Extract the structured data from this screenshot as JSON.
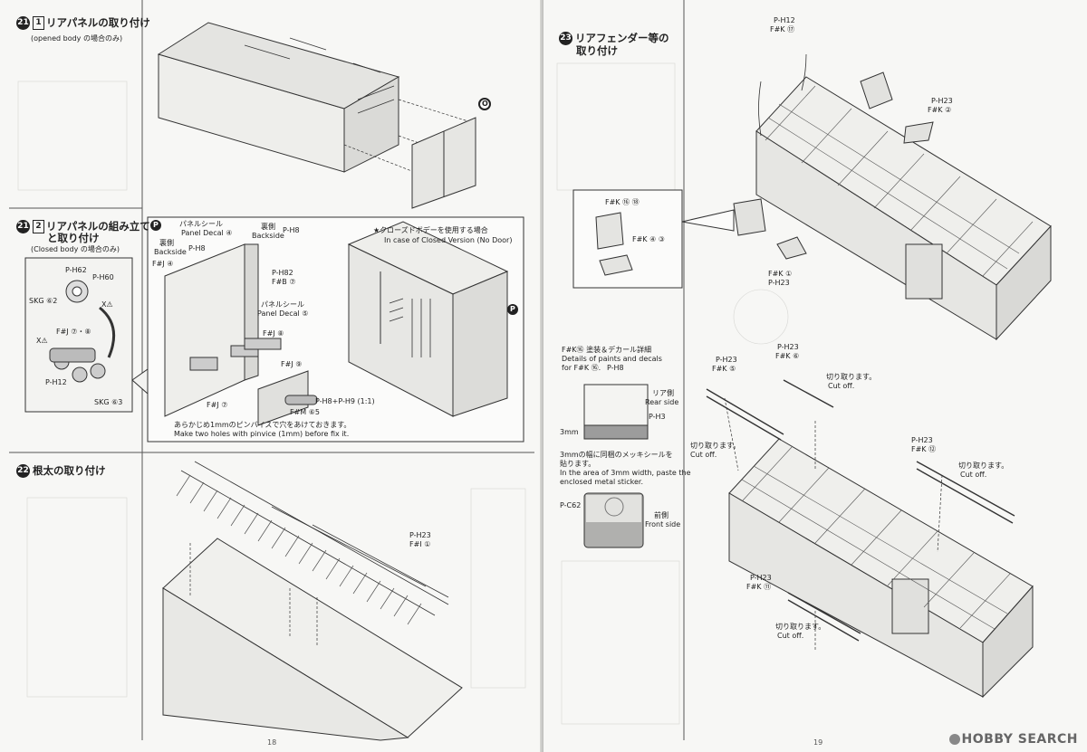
{
  "left_page": {
    "page_number": "18",
    "step21a": {
      "num": "21",
      "box": "1",
      "title": "リアパネルの取り付け",
      "note": "(opened body の場合のみ)",
      "marker": "O"
    },
    "step21b": {
      "num": "21",
      "box": "2",
      "title_line1": "リアパネルの組み立て",
      "title_line2": "と取り付け",
      "note": "(Closed body の場合のみ)",
      "inset_labels": {
        "p_a": "P-H62",
        "p_b": "P-H60",
        "skg_top": "SKG ⑥2",
        "x_mark_1": "X⚠",
        "fj": "F#J ⑦・⑧",
        "x_mark_2": "X⚠",
        "p_c": "P-H12",
        "skg_bottom": "SKG ⑥3"
      },
      "panel": {
        "marker": "P",
        "panel_decal_top": "パネルシール",
        "panel_decal_top_en": "Panel Decal ④",
        "backside_top": "裏側",
        "backside_top_en": "Backside",
        "p_h8_a": "P-H8",
        "backside_left": "裏側",
        "backside_left_en": "Backside",
        "p_h8_b": "P-H8",
        "fj4": "F#J ④",
        "p_h82": "P-H82",
        "fb7": "F#B ⑦",
        "panel_decal_mid": "パネルシール",
        "panel_decal_mid_en": "Panel Decal ⑤",
        "fj8": "F#J ⑧",
        "fj9": "F#J ⑨",
        "fj7": "F#J ⑦",
        "pin": "P-H8+P-H9 (1:1)",
        "fm": "F#M ⑥5",
        "closed_title": "★クローズドボデーを使用する場合",
        "closed_title_en": "In case of Closed Version (No Door)",
        "marker_right": "P",
        "note_jp": "あらかじめ1mmのピンバイスで穴をあけておきます。",
        "note_en": "Make two holes with pinvice (1mm) before fix it."
      }
    },
    "step22": {
      "num": "22",
      "title": "根太の取り付け",
      "part_a": "P-H23",
      "part_b": "F#I ①"
    }
  },
  "right_page": {
    "page_number": "19",
    "step23": {
      "num": "23",
      "title_line1": "リアフェンダー等の",
      "title_line2": "取り付け"
    },
    "top_labels": {
      "p_h12": "P-H12",
      "fk17": "F#K ⑰",
      "p_h23_a": "P-H23",
      "fk2": "F#K ②",
      "fk16_18": "F#K ⑯ ⑱",
      "fk4_3": "F#K ④ ③",
      "fk1": "F#K ①",
      "p_h23_b": "P-H23"
    },
    "detail": {
      "title_jp": "F#K⑯ 塗装＆デカール詳細",
      "title_en1": "Details of paints and decals",
      "title_en2": "for F#K ⑯.",
      "p_h8": "P-H8",
      "rear_side_jp": "リア側",
      "rear_side_en": "Rear side",
      "p_h3": "P-H3",
      "mm": "3mm",
      "note_jp1": "3mmの幅に同梱のメッキシールを",
      "note_jp2": "貼ります。",
      "note_en1": "In the area of 3mm width, paste the",
      "note_en2": "enclosed metal sticker.",
      "p_c": "P-C62",
      "front_jp": "前側",
      "front_en": "Front side"
    },
    "bottom_labels": {
      "p_h23_a": "P-H23",
      "fk5": "F#K ⑤",
      "p_h23_b": "P-H23",
      "fk6": "F#K ⑥",
      "cut1_jp": "切り取ります。",
      "cut1_en": "Cut off.",
      "cut2_jp": "切り取ります。",
      "cut2_en": "Cut off.",
      "p_h23_c": "P-H23",
      "fk12": "F#K ⑫",
      "cut3_jp": "切り取ります。",
      "cut3_en": "Cut off.",
      "p_h23_d": "P-H23",
      "fk11": "F#K ⑪",
      "cut4_jp": "切り取ります。",
      "cut4_en": "Cut off."
    },
    "watermark": "HOBBY SEARCH"
  },
  "colors": {
    "paper": "#f7f7f5",
    "ink": "#222222",
    "line": "#333333",
    "grey_fill": "#9c9c9c"
  }
}
